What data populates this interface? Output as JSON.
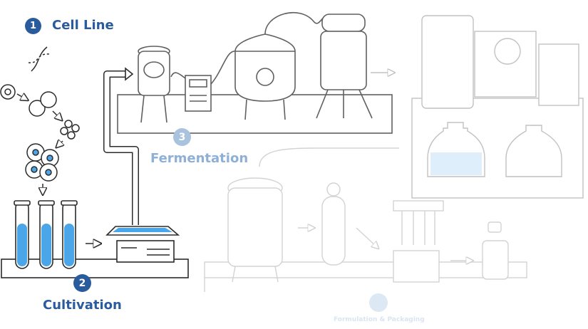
{
  "stages": [
    {
      "number": "1",
      "label": "Cell Line"
    },
    {
      "number": "2",
      "label": "Cultivation"
    },
    {
      "number": "3",
      "label": "Fermentation"
    },
    {
      "number": "",
      "label": "Formulation & Packaging"
    }
  ],
  "colors": {
    "active": "#2a5b9c",
    "faded": "#a9c2de",
    "liquid": "#4aa6e8",
    "line": "#2b2b2b"
  }
}
